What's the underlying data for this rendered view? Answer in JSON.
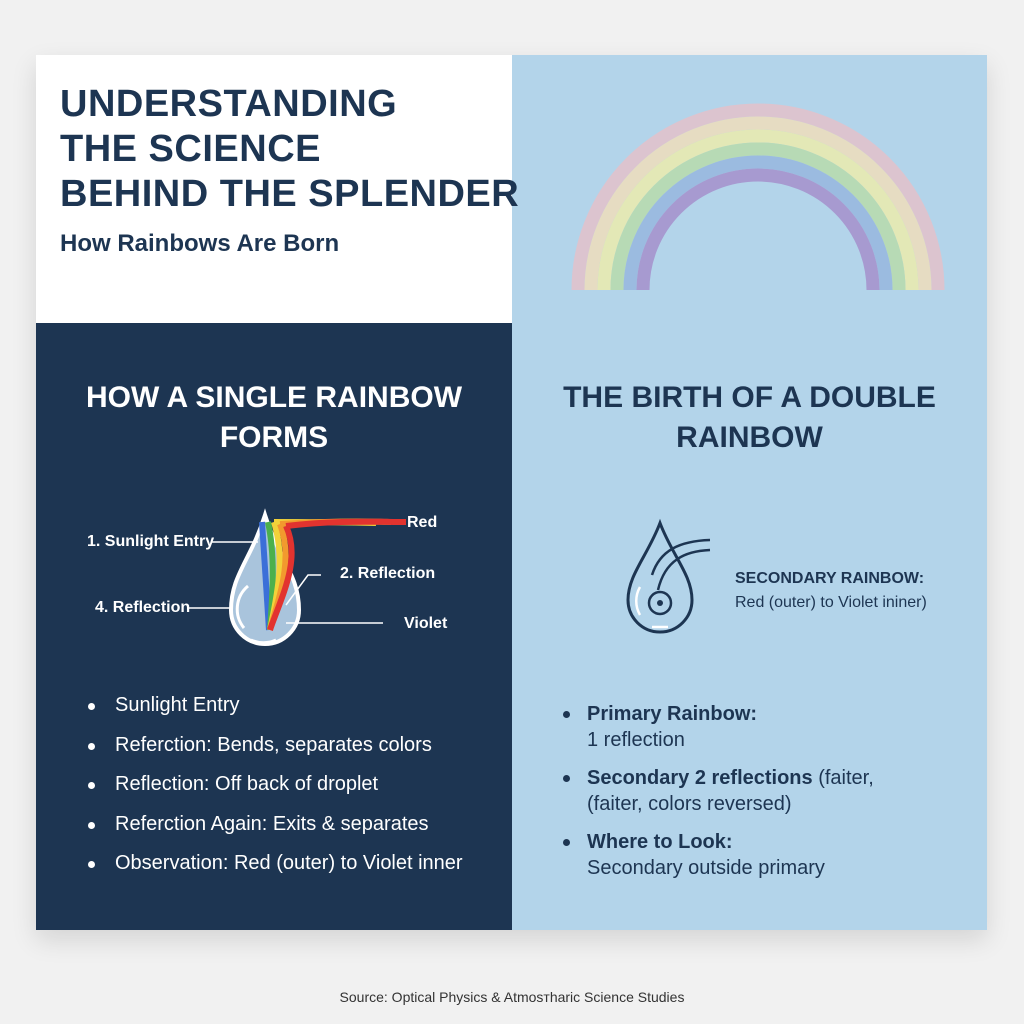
{
  "header": {
    "title_lines": [
      "UNDERSTANDING",
      "THE SCIENCE",
      "BEHIND THE SPLENDER"
    ],
    "subtitle": "How Rainbows Are Born"
  },
  "rainbow_colors": [
    "#dcc4cf",
    "#e6dcc2",
    "#e3e8b6",
    "#b7dab5",
    "#9bbbe0",
    "#a79ad0"
  ],
  "single": {
    "heading_lines": [
      "HOW A SINGLE RAINBOW",
      "FORMS"
    ],
    "diagram_labels": {
      "entry": "1. Sunlight Entry",
      "reflection2": "2. Reflection",
      "reflection4": "4. Reflection",
      "red": "Red",
      "violet": "Violet"
    },
    "bullets": [
      "Sunlight Entry",
      "Referction: Bends, separates colors",
      "Reflection: Off back of droplet",
      "Referction Again: Exits & separates",
      "Observation: Red (outer) to Violet inner"
    ]
  },
  "double": {
    "heading_lines": [
      "THE BIRTH OF A DOUBLE",
      "RAINBOW"
    ],
    "note_title": "SECONDARY RAINBOW:",
    "note_text": "Red (outer) to Violet ininer)",
    "bullets": [
      {
        "bold": "Primary Rainbow:",
        "text": "1 reflection"
      },
      {
        "bold": "Secondary 2 reflections",
        "bold_tail": " (faiter,",
        "text": "(faiter, colors reversed)"
      },
      {
        "bold": "Where to Look:",
        "text": "Secondary outside primary"
      }
    ]
  },
  "source": "Source: Optical Physics & Atmosтharic Science Studies",
  "colors": {
    "navy": "#1d3552",
    "light_blue": "#b3d4ea"
  }
}
